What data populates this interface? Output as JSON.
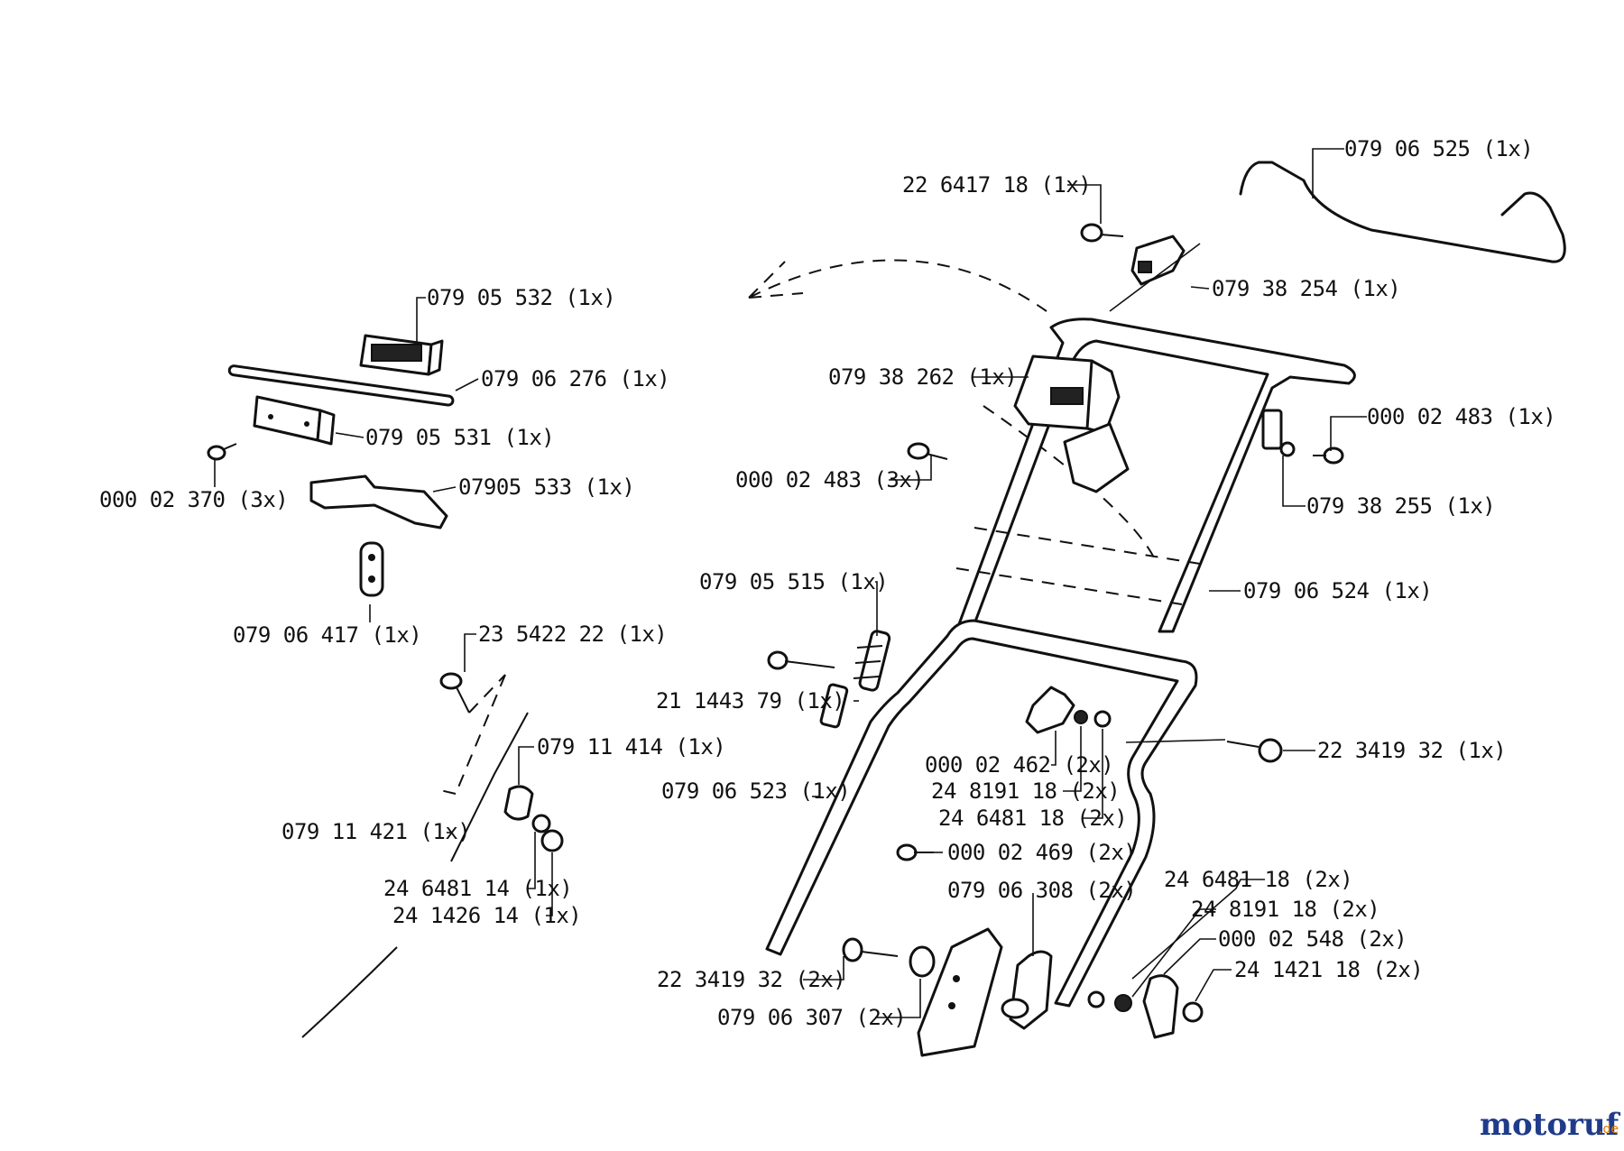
{
  "parts": {
    "p079_06_525": "079 06 525 (1x)",
    "p22_641718": "22 6417 18 (1x)",
    "p079_38_254": "079 38 254 (1x)",
    "p079_05_532": "079 05 532  (1x)",
    "p079_06_276": "079 06 276 (1x)",
    "p079_38_262": "079 38 262 (1x)",
    "p000_02_483_1": "000 02 483 (1x)",
    "p079_05_531": "079 05 531  (1x)",
    "p000_02_370": "000 02 370 (3x)",
    "p07905_533": "07905 533  (1x)",
    "p000_02_483_3": "000 02 483 (3x)",
    "p079_38_255": "079 38 255 (1x)",
    "p079_06_417": "079 06 417   (1x)",
    "p079_05_515": "079 05 515   (1x)",
    "p079_06_524": "079 06 524 (1x)",
    "p23_542222": "23 5422 22 (1x)",
    "p21_144379": "21 1443 79 (1x)",
    "p079_11_414": "079 11 414 (1x)",
    "p22_341932_1": "22 3419 32  (1x)",
    "p000_02_462": "000 02 462 (2x)",
    "p24_819118_a": "24 8191 18 (2x)",
    "p079_06_523": "079 06 523 (1x)",
    "p24_648118_a": "24 6481 18 (2x)",
    "p079_11_421": "079 11 421 (1x)",
    "p000_02_469": "000 02 469 (2x)",
    "p24_648114": "24 6481 14 (1x)",
    "p24_648118_b": "24 6481 18  (2x)",
    "p079_06_308": "079 06 308 (2x)",
    "p24_142614": "24 1426 14 (1x)",
    "p24_819118_b": "24 8191 18 (2x)",
    "p000_02_548": "000 02 548 (2x)",
    "p22_341932_2": "22 3419 32  (2x)",
    "p24_142118": "24 1421 18 (2x)",
    "p079_06_307": "079 06 307  (2x)"
  },
  "watermark": {
    "text": "motoruf",
    "suffix": ".de",
    "color_main": "#1f3b8a",
    "color_accent": "#e07b00"
  }
}
